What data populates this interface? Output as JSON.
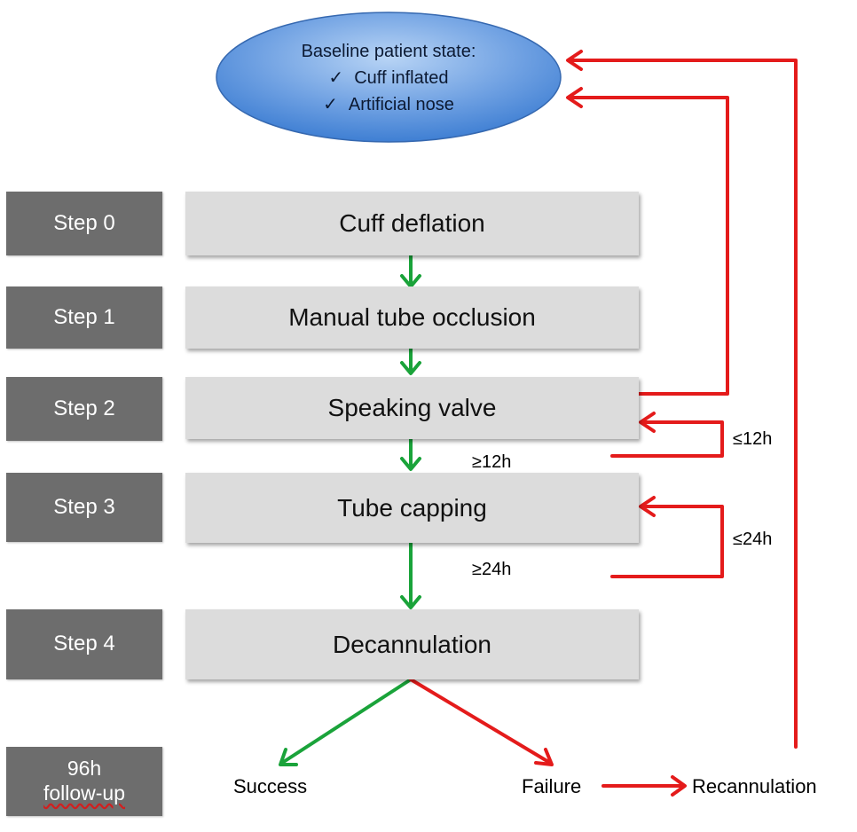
{
  "baseline": {
    "title": "Baseline patient state:",
    "items": [
      "Cuff inflated",
      "Artificial nose"
    ],
    "check_glyph": "✓"
  },
  "steps": [
    {
      "label": "Step 0",
      "box": "Cuff deflation"
    },
    {
      "label": "Step 1",
      "box": "Manual tube occlusion"
    },
    {
      "label": "Step 2",
      "box": "Speaking valve"
    },
    {
      "label": "Step 3",
      "box": "Tube capping"
    },
    {
      "label": "Step 4",
      "box": "Decannulation"
    }
  ],
  "followup": {
    "line1": "96h",
    "line2": "follow-up"
  },
  "durations": {
    "step2_pass": "≥12h",
    "step2_fail": "≤12h",
    "step3_pass": "≥24h",
    "step3_fail": "≤24h"
  },
  "outcomes": {
    "success": "Success",
    "failure": "Failure",
    "recannulation": "Recannulation"
  },
  "colors": {
    "success_arrow": "#1aa33a",
    "failure_arrow": "#e41b1b",
    "ellipse_top": "#9ec3ef",
    "ellipse_bottom": "#3f7fd3",
    "step_label_bg": "#6d6d6d",
    "step_box_bg": "#dcdcdc"
  }
}
